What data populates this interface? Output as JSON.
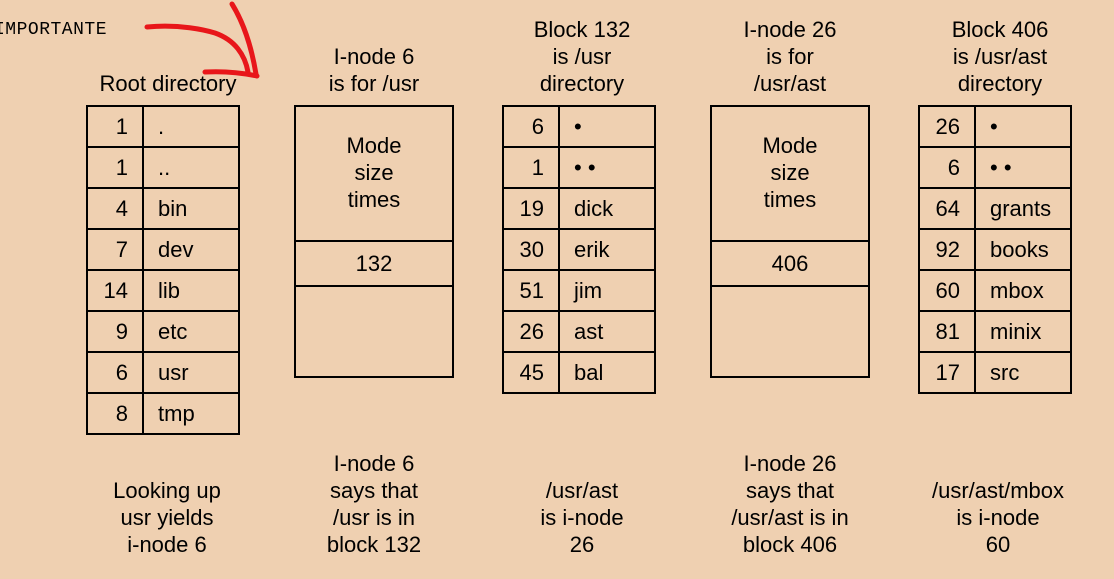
{
  "annotation": {
    "text": "IMPORTANTE",
    "arrow_color": "#e8161a"
  },
  "root": {
    "header": [
      "Root directory"
    ],
    "entries": [
      {
        "inode": "1",
        "name": "."
      },
      {
        "inode": "1",
        "name": ".."
      },
      {
        "inode": "4",
        "name": "bin"
      },
      {
        "inode": "7",
        "name": "dev"
      },
      {
        "inode": "14",
        "name": "lib"
      },
      {
        "inode": "9",
        "name": "etc"
      },
      {
        "inode": "6",
        "name": "usr"
      },
      {
        "inode": "8",
        "name": "tmp"
      }
    ],
    "footer": [
      "Looking up",
      "usr yields",
      "i-node 6"
    ]
  },
  "inode6": {
    "header": [
      "I-node 6",
      "is for /usr"
    ],
    "attrs": [
      "Mode",
      "size",
      "times"
    ],
    "block": "132",
    "footer": [
      "I-node 6",
      "says that",
      "/usr is in",
      "block 132"
    ]
  },
  "block132": {
    "header": [
      "Block 132",
      "is /usr",
      "directory"
    ],
    "entries": [
      {
        "inode": "6",
        "name": "•"
      },
      {
        "inode": "1",
        "name": "• •"
      },
      {
        "inode": "19",
        "name": "dick"
      },
      {
        "inode": "30",
        "name": "erik"
      },
      {
        "inode": "51",
        "name": "jim"
      },
      {
        "inode": "26",
        "name": "ast"
      },
      {
        "inode": "45",
        "name": "bal"
      }
    ],
    "footer": [
      "/usr/ast",
      "is i-node",
      "26"
    ]
  },
  "inode26": {
    "header": [
      "I-node 26",
      "is for",
      "/usr/ast"
    ],
    "attrs": [
      "Mode",
      "size",
      "times"
    ],
    "block": "406",
    "footer": [
      "I-node 26",
      "says that",
      "/usr/ast is in",
      "block 406"
    ]
  },
  "block406": {
    "header": [
      "Block 406",
      "is /usr/ast",
      "directory"
    ],
    "entries": [
      {
        "inode": "26",
        "name": "•"
      },
      {
        "inode": "6",
        "name": "• •"
      },
      {
        "inode": "64",
        "name": "grants"
      },
      {
        "inode": "92",
        "name": "books"
      },
      {
        "inode": "60",
        "name": "mbox"
      },
      {
        "inode": "81",
        "name": "minix"
      },
      {
        "inode": "17",
        "name": "src"
      }
    ],
    "footer": [
      "/usr/ast/mbox",
      "is i-node",
      "60"
    ]
  }
}
